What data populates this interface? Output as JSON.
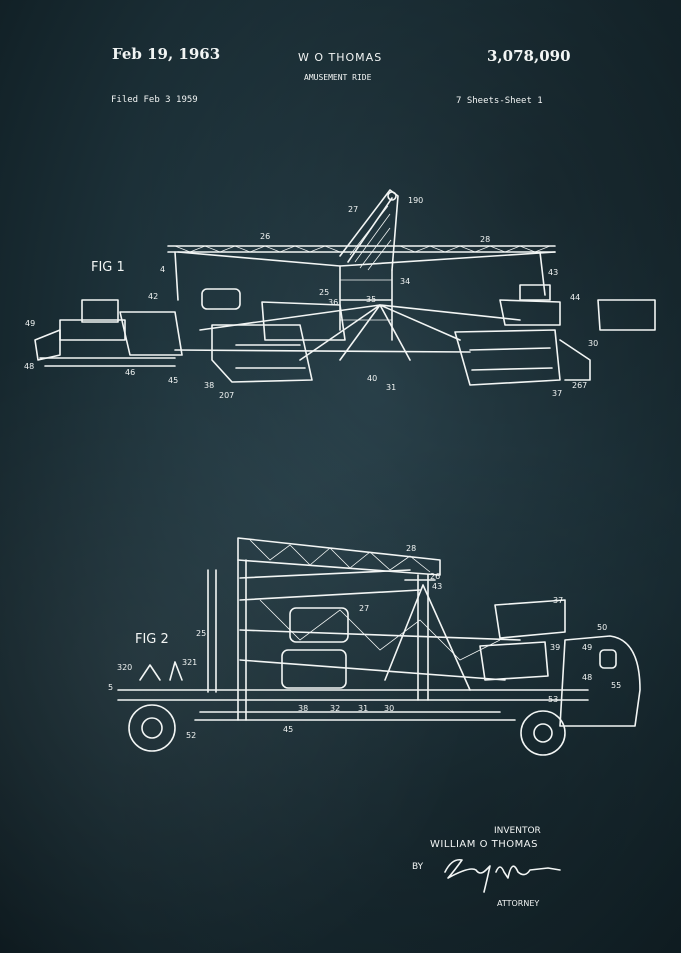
{
  "header": {
    "date": "Feb 19, 1963",
    "inventor_name": "W O THOMAS",
    "patent_number": "3,078,090",
    "title": "AMUSEMENT RIDE",
    "filed": "Filed Feb 3 1959",
    "sheet": "7 Sheets-Sheet 1"
  },
  "figures": [
    {
      "label": "FIG 1",
      "numerals": [
        "27",
        "190",
        "26",
        "28",
        "4",
        "43",
        "25",
        "36",
        "34",
        "42",
        "35",
        "44",
        "49",
        "48",
        "46",
        "45",
        "38",
        "207",
        "40",
        "31",
        "37",
        "267",
        "30"
      ]
    },
    {
      "label": "FIG 2",
      "numerals": [
        "28",
        "26",
        "43",
        "37",
        "27",
        "25",
        "39",
        "50",
        "49",
        "320",
        "321",
        "5",
        "48",
        "55",
        "53",
        "38",
        "32",
        "31",
        "30",
        "52",
        "45"
      ]
    }
  ],
  "footer": {
    "inventor_label": "INVENTOR",
    "inventor_full_name": "WILLIAM O THOMAS",
    "by_label": "BY",
    "attorney_label": "ATTORNEY"
  }
}
